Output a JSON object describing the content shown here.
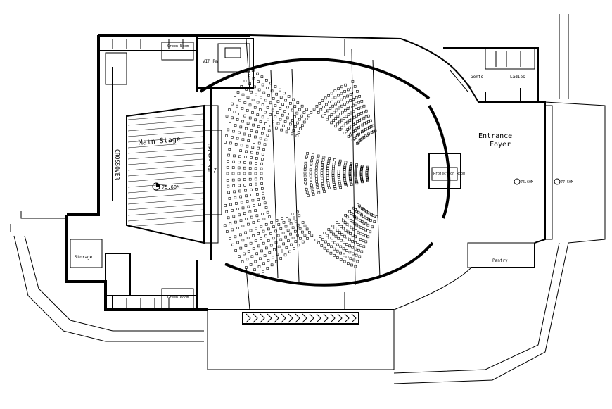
{
  "labels": {
    "main_stage": "Main Stage",
    "crossover": "CROSSOVER",
    "orchestral": "ORCHESTRAL",
    "pit": "PIT",
    "level_stage": "75.60M",
    "vip_room": "VIP Rm",
    "green_room_top": "Green Room",
    "green_room_bottom": "Green Room",
    "storage": "Storage",
    "projection_room": "Projection Room",
    "entrance": "Entrance",
    "foyer": "Foyer",
    "gents": "Gents",
    "ladies": "Ladies",
    "pantry": "Pantry",
    "level_foyer": "76.60M",
    "level_outside": "77.50M"
  }
}
